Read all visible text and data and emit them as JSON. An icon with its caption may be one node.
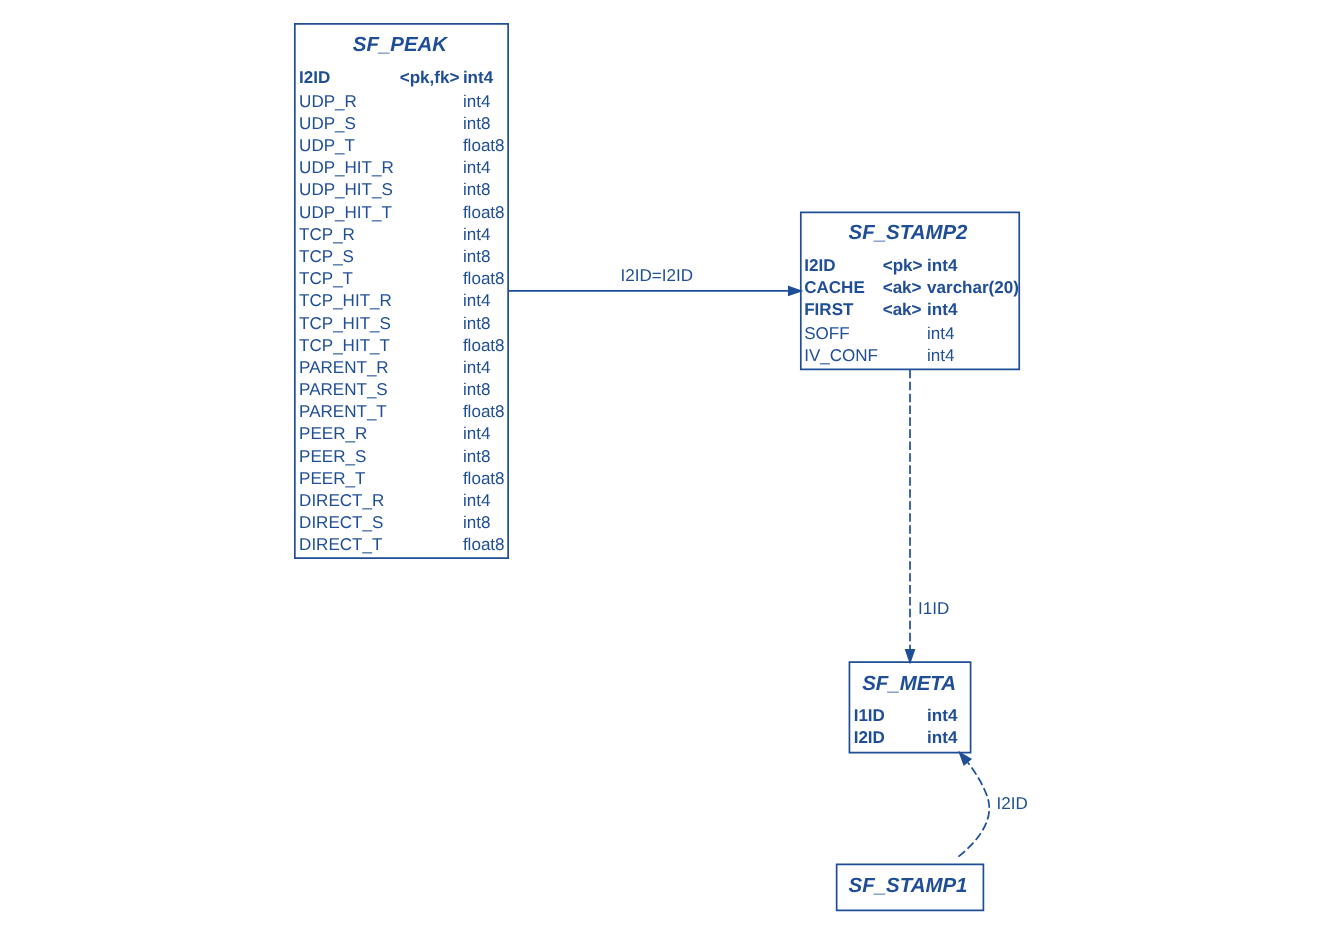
{
  "diagram": {
    "nodes": [
      {
        "text": [
          "SF_STAMP2",
          "I2ID <pk> int4",
          "CACHE <ak> varchar(20)",
          "FIRST <ak> int4",
          "SOFF int4",
          "IV_CONF int4"
        ]
      },
      {
        "text": [
          "SF_PEAK",
          "I2ID <pk,fk> int4",
          "UDP_R int4",
          "UDP_S int8",
          "UDP_T float8",
          "UDP_HIT_R int4",
          "UDP_HIT_S int8",
          "UDP_HIT_T float8",
          "TCP_R int4",
          "TCP_S int8",
          "TCP_T float8",
          "TCP_HIT_R int4",
          "TCP_HIT_S int8",
          "TCP_HIT_T float8",
          "PARENT_R int4",
          "PARENT_S int8",
          "PARENT_T float8",
          "PEER_R int4",
          "PEER_S int8",
          "PEER_T float8",
          "DIRECT_R int4",
          "DIRECT_S int8",
          "DIRECT_T float8"
        ]
      },
      {
        "text": [
          "SF_META",
          "I1ID int4",
          "I2ID int4"
        ]
      },
      {
        "text": [
          "SF_STAMP1"
        ]
      }
    ],
    "edges": [
      {
        "from": 1,
        "to": 0,
        "arrow": "to",
        "label": "I2ID=I2ID"
      },
      {
        "from": 0,
        "to": 2,
        "arrow": "to",
        "label": "I1ID",
        "style": "dashed"
      },
      {
        "from": 3,
        "to": 2,
        "arrow": "to",
        "label": "I2ID",
        "style": "dashed"
      }
    ]
  }
}
